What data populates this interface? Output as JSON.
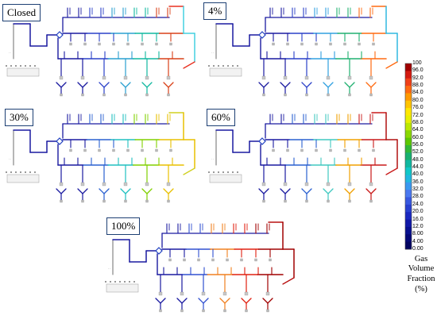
{
  "panels": [
    {
      "label": "Closed"
    },
    {
      "label": "4%"
    },
    {
      "label": "30%"
    },
    {
      "label": "60%"
    },
    {
      "label": "100%"
    }
  ],
  "legend": {
    "title_lines": [
      "Gas",
      "Volume",
      "Fraction",
      "(%)"
    ],
    "ticks": [
      "100",
      "96.0",
      "92.0",
      "88.0",
      "84.0",
      "80.0",
      "76.0",
      "72.0",
      "68.0",
      "64.0",
      "60.0",
      "56.0",
      "52.0",
      "48.0",
      "44.0",
      "40.0",
      "36.0",
      "32.0",
      "28.0",
      "24.0",
      "20.0",
      "16.0",
      "12.0",
      "8.00",
      "4.00",
      "0.00"
    ],
    "colors": [
      "#a00000",
      "#d41a10",
      "#f04018",
      "#ff6a10",
      "#ff9a00",
      "#ffc400",
      "#ffe800",
      "#e8f000",
      "#bce800",
      "#8ad800",
      "#5cc800",
      "#30b838",
      "#18b070",
      "#10b8a0",
      "#10c8c8",
      "#20b8e0",
      "#3a98f0",
      "#4a78f0",
      "#3858e0",
      "#2840d0",
      "#1a28c0",
      "#1018a8",
      "#081090",
      "#040878",
      "#020460"
    ]
  },
  "panel_colors": {
    "p1": {
      "main": "#1a1aa0",
      "pipe_right": "#e83020",
      "loop": "#44d0e0",
      "tee": "#2040c0"
    },
    "p2": {
      "main": "#1a1aa0",
      "pipe_right": "#ff6a10",
      "loop": "#30b8e0",
      "tee": "#2040c0"
    },
    "p3": {
      "main": "#1a1aa0",
      "pipe_right": "#d0d020",
      "loop": "#e8c000",
      "tee": "#2040c0"
    },
    "p4": {
      "main": "#1a1aa0",
      "pipe_right": "#c81818",
      "loop": "#b01010",
      "tee": "#2040c0"
    },
    "p5": {
      "main": "#1a1aa0",
      "pipe_right": "#b81010",
      "loop": "#a00000",
      "tee": "#2040c0"
    }
  }
}
